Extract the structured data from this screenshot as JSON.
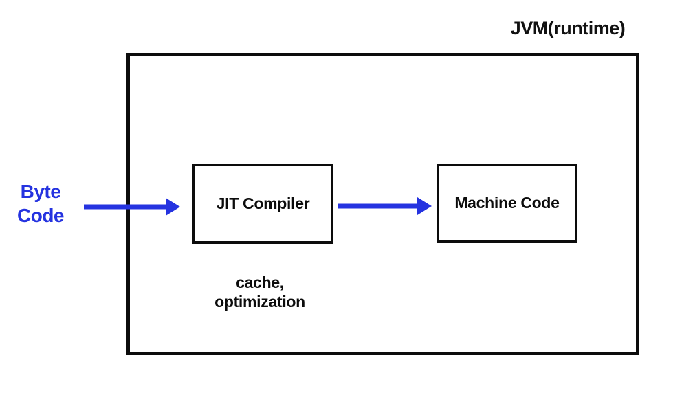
{
  "title": "JVM(runtime)",
  "colors": {
    "accent_blue": "#2533e0",
    "border_black": "#0c0c0c",
    "background": "#ffffff"
  },
  "diagram": {
    "input": {
      "lines": [
        "Byte",
        "Code"
      ]
    },
    "nodes": [
      {
        "id": "jit-compiler",
        "label": "JIT Compiler"
      },
      {
        "id": "machine-code",
        "label": "Machine Code"
      }
    ],
    "annotation": {
      "lines": [
        "cache,",
        "optimization"
      ]
    },
    "edges": [
      {
        "from": "byte-code",
        "to": "jit-compiler"
      },
      {
        "from": "jit-compiler",
        "to": "machine-code"
      }
    ]
  }
}
